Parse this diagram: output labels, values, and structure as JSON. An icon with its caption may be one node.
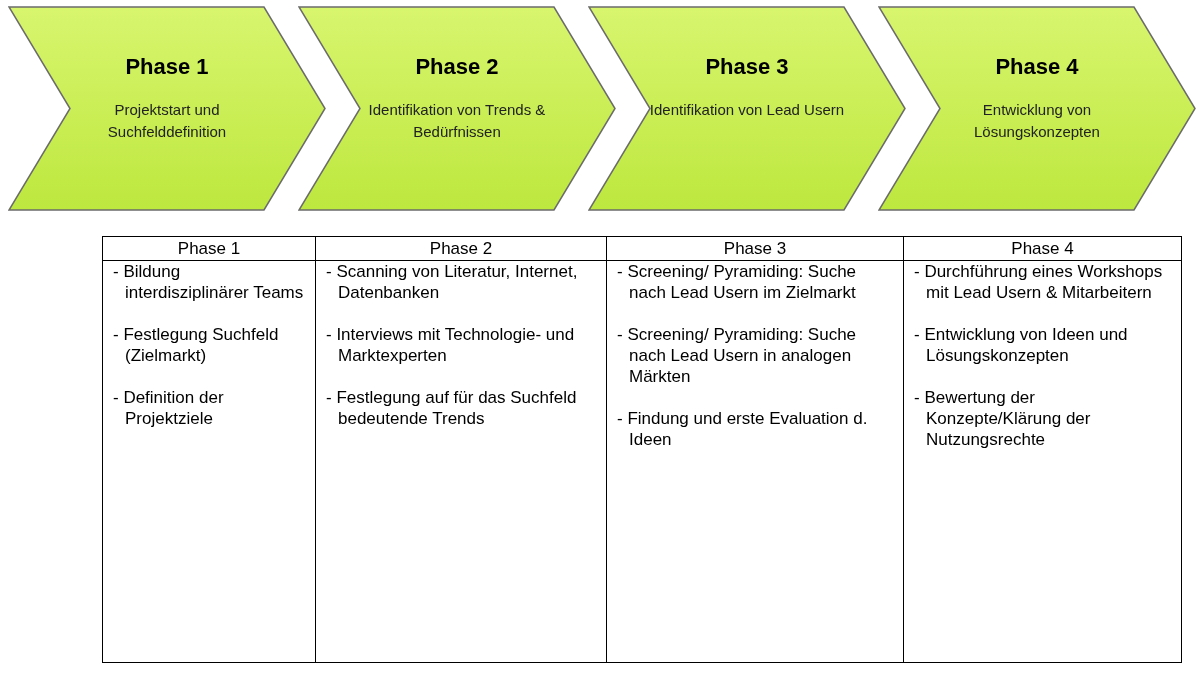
{
  "diagram": {
    "nodes": [
      {
        "text": [
          "Phase 1",
          "Projektstart und Suchfelddefinition"
        ]
      },
      {
        "text": [
          "Phase 2",
          "Identifikation von Trends & Bedürfnissen"
        ]
      },
      {
        "text": [
          "Phase 3",
          "Identifikation von Lead Usern"
        ]
      },
      {
        "text": [
          "Phase 4",
          "Entwicklung von Lösungskonzepten"
        ]
      }
    ],
    "edges": [],
    "labels": [
      "Phase 1",
      "Phase 2",
      "Phase 3",
      "Phase 4",
      "- Bildung interdisziplinärer Teams",
      "- Festlegung Suchfeld (Zielmarkt)",
      "- Definition der Projektziele",
      "- Scanning von Literatur, Internet, Datenbanken",
      "- Interviews mit Technologie- und Marktexperten",
      "- Festlegung auf für das Suchfeld bedeutende Trends",
      "- Screening/ Pyramiding: Suche nach Lead Usern im Zielmarkt",
      "- Screening/ Pyramiding: Suche nach Lead Usern in analogen Märkten",
      "- Findung und erste Evaluation d. Ideen",
      "- Durchführung eines Workshops mit Lead Usern & Mitarbeitern",
      "- Entwicklung von Ideen und Lösungskonzepten",
      "- Bewertung der Konzepte/Klärung der Nutzungsrechte"
    ]
  }
}
